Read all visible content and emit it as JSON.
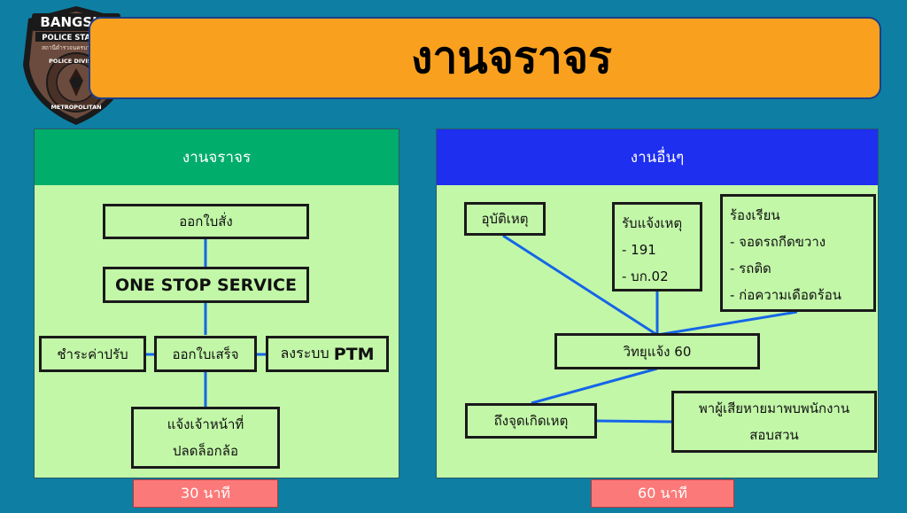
{
  "header": {
    "title": "งานจราจร",
    "logo": {
      "top_text": "BANGSUE",
      "band_text": "POLICE STATION",
      "subtitle_text": "สถานีตำรวจนครบาลบางซื่อ",
      "ring_top": "POLICE DIVISION",
      "ring_bottom": "METROPOLITAN",
      "icon": "police-badge-icon"
    }
  },
  "left_panel": {
    "header": "งานจราจร",
    "boxes": {
      "issue_ticket": "ออกใบสั่ง",
      "one_stop": "ONE STOP SERVICE",
      "pay_fine": "ชำระค่าปรับ",
      "issue_receipt": "ออกใบเสร็จ",
      "ptm_prefix": "ลงระบบ",
      "ptm_suffix": "PTM",
      "notify_line1": "แจ้งเจ้าหน้าที่",
      "notify_line2": "ปลดล็อกล้อ"
    },
    "time": "30 นาที"
  },
  "right_panel": {
    "header": "งานอื่นๆ",
    "boxes": {
      "accident": "อุบัติเหตุ",
      "report_title": "รับแจ้งเหตุ",
      "report_items": [
        "- 191",
        "- บก.02"
      ],
      "complaint_title": "ร้องเรียน",
      "complaint_items": [
        "- จอดรถกีดขวาง",
        "- รถติด",
        "- ก่อความเดือดร้อน"
      ],
      "radio": "วิทยุแจ้ง 60",
      "arrive": "ถึงจุดเกิดเหตุ",
      "victim_line1": "พาผู้เสียหายมาพบพนักงาน",
      "victim_line2": "สอบสวน"
    },
    "time": "60 นาที"
  },
  "colors": {
    "background": "#0e7fa2",
    "title_bar": "#f9a11f",
    "left_header": "#00ad6a",
    "right_header": "#1e2ff0",
    "panel_fill": "#c2f7a8",
    "connector": "#1565e8",
    "time_badge": "#fb7a79"
  }
}
